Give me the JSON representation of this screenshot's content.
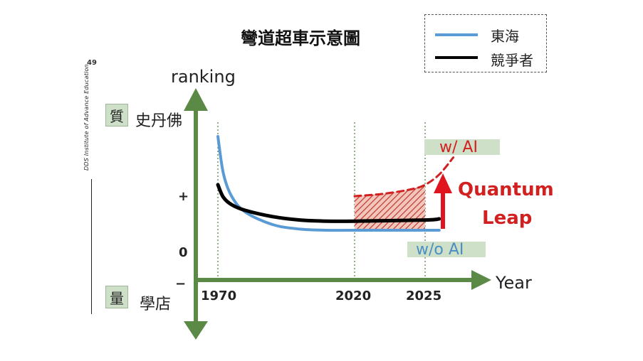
{
  "title": "彎道超車示意圖",
  "side_note": "DDS Institute of Advance Education",
  "side_mark": "49",
  "legend": [
    {
      "label": "東海",
      "color": "#5b9bd5"
    },
    {
      "label": "競爭者",
      "color": "#000000"
    }
  ],
  "y_axis": {
    "label": "ranking",
    "top_badge": "質",
    "top_text": "史丹佛",
    "bottom_badge": "量",
    "bottom_text": "學店",
    "plus_label": "+",
    "zero_label": "0",
    "minus_label": "−"
  },
  "x_axis": {
    "label": "Year",
    "ticks": [
      "1970",
      "2020",
      "2025"
    ]
  },
  "annotations": {
    "with_ai": "w/ AI",
    "without_ai": "w/o AI",
    "quantum_line1": "Quantum",
    "quantum_line2": "Leap"
  },
  "chart_data": {
    "type": "line",
    "title": "彎道超車示意圖",
    "xlabel": "Year",
    "ylabel": "ranking",
    "x_ticks": [
      1970,
      2020,
      2025
    ],
    "xlim": [
      1960,
      2030
    ],
    "ylim": [
      -1,
      3
    ],
    "series": [
      {
        "name": "東海",
        "color": "#5b9bd5",
        "x": [
          1970,
          1972,
          1975,
          1980,
          1990,
          2000,
          2010,
          2020,
          2025,
          2026
        ],
        "y": [
          2.05,
          1.4,
          1.0,
          0.72,
          0.5,
          0.42,
          0.4,
          0.4,
          0.4,
          0.4
        ]
      },
      {
        "name": "競爭者",
        "color": "#000000",
        "x": [
          1970,
          1972,
          1975,
          1980,
          1990,
          2000,
          2010,
          2020,
          2025,
          2026
        ],
        "y": [
          1.2,
          0.98,
          0.85,
          0.75,
          0.64,
          0.58,
          0.56,
          0.56,
          0.58,
          0.6
        ]
      },
      {
        "name": "w/ AI",
        "color": "#d21f1f",
        "dashed": true,
        "x": [
          2020,
          2022,
          2024,
          2025,
          2026,
          2027
        ],
        "y": [
          1.0,
          1.04,
          1.12,
          1.2,
          1.38,
          1.68
        ]
      }
    ],
    "shaded_region": {
      "x": [
        2020,
        2025
      ],
      "between": [
        "w/ AI",
        "東海"
      ]
    },
    "grid": false
  }
}
